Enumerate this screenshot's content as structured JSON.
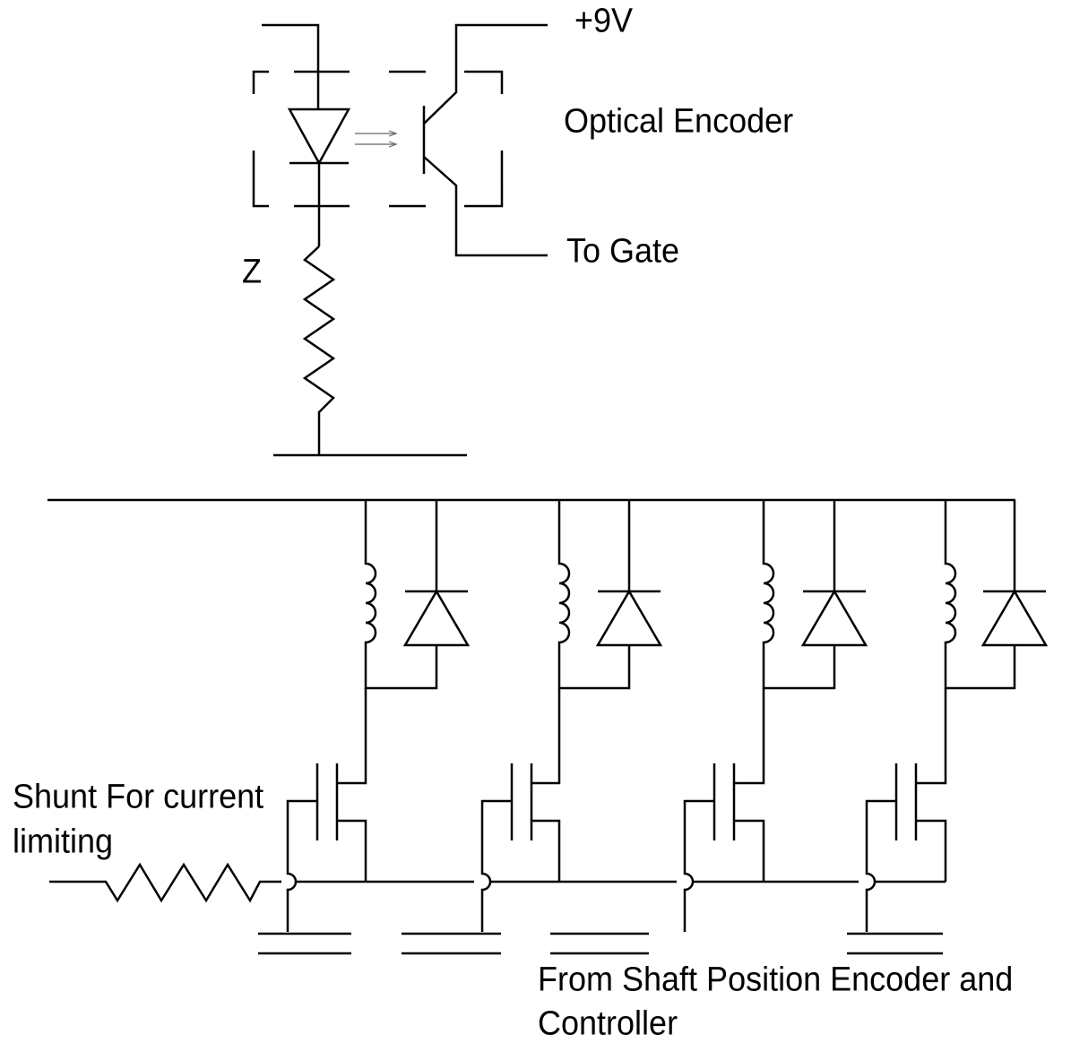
{
  "labels": {
    "supply": "+9V",
    "optical_encoder": "Optical Encoder",
    "to_gate": "To Gate",
    "resistor_z": "Z",
    "shunt_line1": "Shunt For current",
    "shunt_line2": "limiting",
    "from_shaft_line1": "From Shaft Position Encoder and",
    "from_shaft_line2": "Controller"
  },
  "colors": {
    "ink": "#000000",
    "background": "#ffffff"
  },
  "components": {
    "optocoupler": [
      "led-diode",
      "phototransistor",
      "light-arrows",
      "resistor-z"
    ],
    "phase_count": 4,
    "per_phase": [
      "winding-coil",
      "freewheel-diode",
      "mosfet-switch",
      "gate-input"
    ]
  }
}
